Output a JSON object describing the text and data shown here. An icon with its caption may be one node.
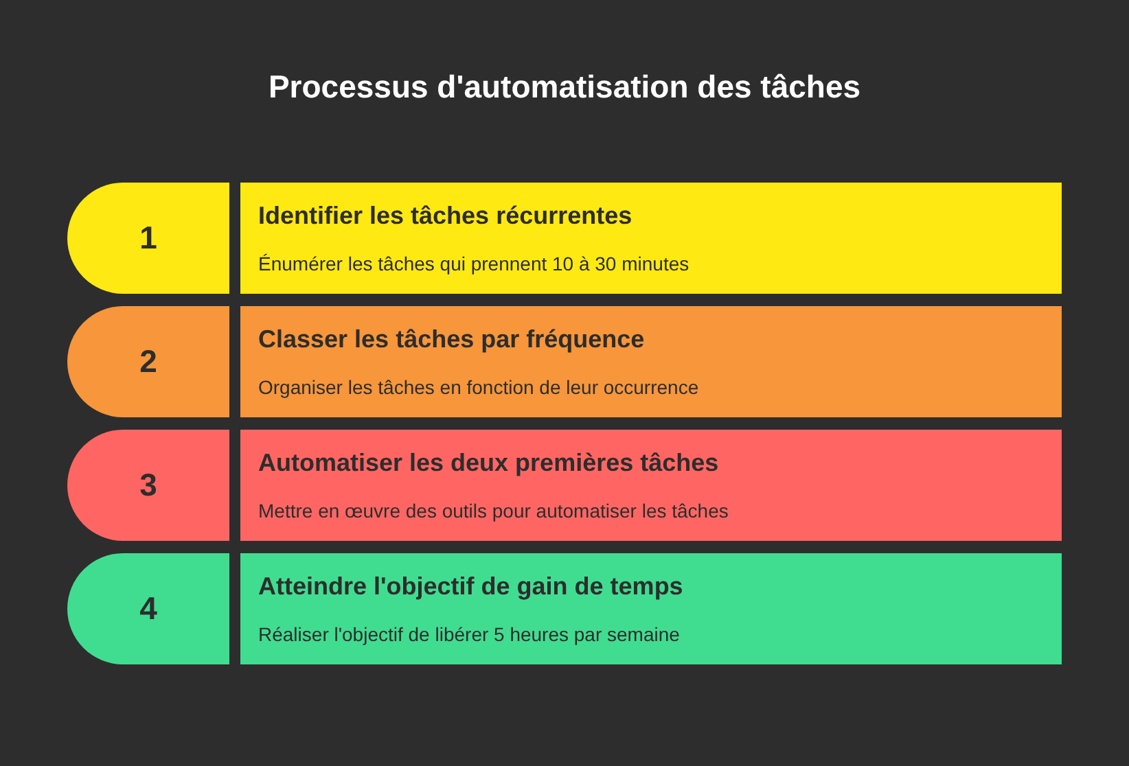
{
  "diagram": {
    "title": "Processus d'automatisation des tâches",
    "nodes": [
      {
        "text": [
          "1"
        ]
      },
      {
        "text": [
          "Identifier les tâches récurrentes",
          "Énumérer les tâches qui prennent 10 à 30 minutes"
        ]
      },
      {
        "text": [
          "2"
        ]
      },
      {
        "text": [
          "Classer les tâches par fréquence",
          "Organiser les tâches en fonction de leur occurrence"
        ]
      },
      {
        "text": [
          "3"
        ]
      },
      {
        "text": [
          "Automatiser les deux premières tâches",
          "Mettre en œuvre des outils pour automatiser les tâches"
        ]
      },
      {
        "text": [
          "4"
        ]
      },
      {
        "text": [
          "Atteindre l'objectif de gain de temps",
          "Réaliser l'objectif de libérer 5 heures par semaine"
        ]
      }
    ]
  }
}
